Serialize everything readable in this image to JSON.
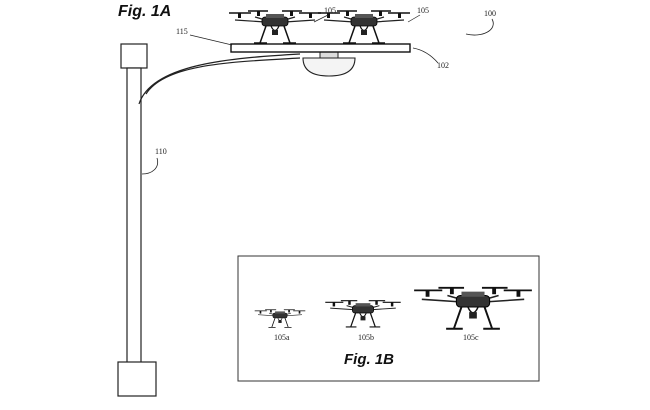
{
  "figure_a": {
    "title": "Fig. 1A",
    "labels": {
      "system": "100",
      "platform": "102",
      "drone_left": "105",
      "drone_right": "105",
      "pole": "110",
      "arm": "115"
    }
  },
  "figure_b": {
    "title": "Fig. 1B",
    "labels": {
      "small": "105a",
      "medium": "105b",
      "large": "105c"
    }
  }
}
